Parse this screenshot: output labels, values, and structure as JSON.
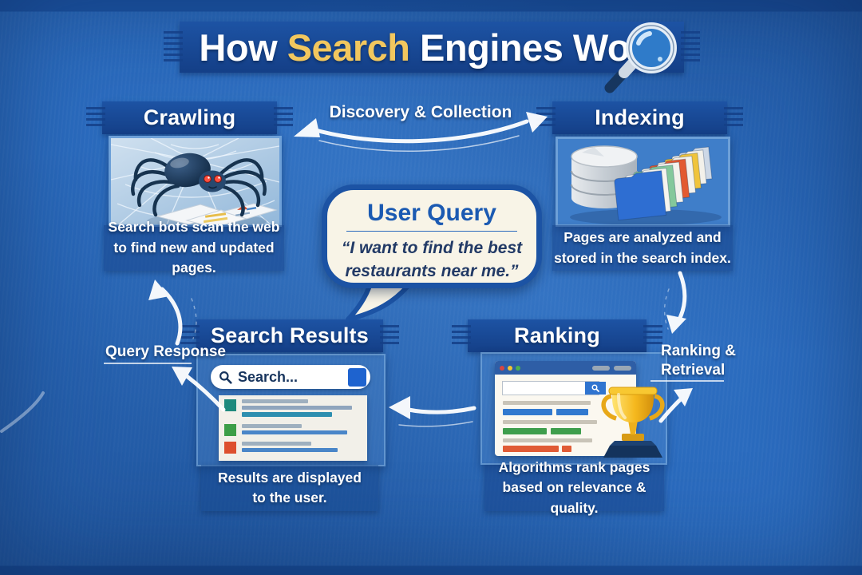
{
  "title": {
    "text_before": "How",
    "text_highlight": "Search",
    "text_after": "Engines Work"
  },
  "sections": {
    "crawling": {
      "label": "Crawling",
      "caption": "Search bots scan the web\nto find new and updated pages."
    },
    "indexing": {
      "label": "Indexing",
      "caption": "Pages are analyzed and\nstored in the search index."
    },
    "search_results": {
      "label": "Search Results",
      "caption": "Results are displayed\nto the user.",
      "search_placeholder": "Search..."
    },
    "ranking": {
      "label": "Ranking",
      "caption": "Algorithms rank pages\nbased on relevance & quality."
    }
  },
  "user_query": {
    "title": "User Query",
    "quote": "“I want to find the best\nrestaurants near me.”"
  },
  "flow_labels": {
    "discovery_collection": "Discovery & Collection",
    "ranking_retrieval": "Ranking &\nRetrieval",
    "query_response": "Query Response"
  },
  "icons": {
    "title_magnifier": "magnifying-glass",
    "searchbar_magnifier": "magnifying-glass",
    "crawler": "spider",
    "index_store": "database-and-folders",
    "ranking_award": "trophy"
  },
  "colors": {
    "background": "#2a6bbe",
    "banner": "#1d53a4",
    "accent_gold": "#f2c75e",
    "bubble_fill": "#f8f4e7",
    "bubble_border": "#1c53a4",
    "arrow": "#ffffff"
  }
}
